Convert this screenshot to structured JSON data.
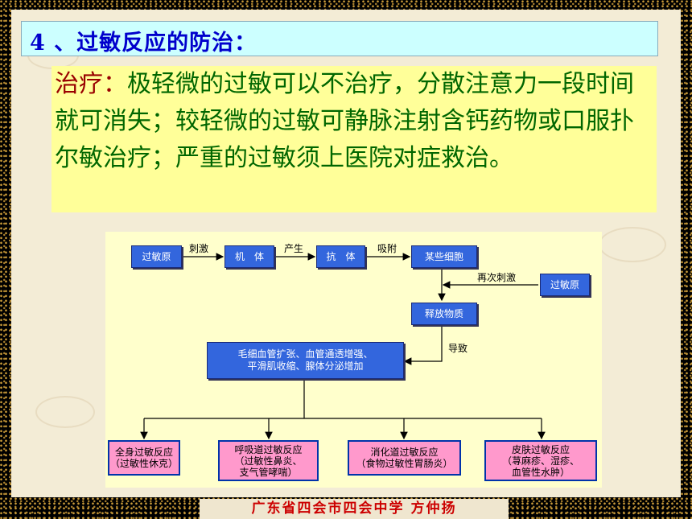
{
  "heading": "4 、过敏反应的防治：",
  "treatment": {
    "lead": "治疗：",
    "text": "极轻微的过敏可以不治疗，分散注意力一段时间就可消失；较轻微的过敏可静脉注射含钙药物或口服扑尔敏治疗；严重的过敏须上医院对症救治。"
  },
  "diagram": {
    "nodes": {
      "allergen1": "过敏原",
      "body": "机　体",
      "antibody": "抗　体",
      "cells": "某些细胞",
      "allergen2": "过敏原",
      "release": "释放物质",
      "effects": "毛细血管扩张、血管通透增强、\n平滑肌收缩、腺体分泌增加",
      "r1": "全身过敏反应\n（过敏性休克）",
      "r2": "呼吸道过敏反应\n（过敏性鼻炎、\n支气管哮喘）",
      "r3": "消化道过敏反应\n（食物过敏性胃肠炎）",
      "r4": "皮肤过敏反应\n（荨麻疹、湿疹、\n血管性水肿）"
    },
    "labels": {
      "stimulate": "刺激",
      "produce": "产生",
      "adsorb": "吸附",
      "restimulate": "再次刺激",
      "cause": "导致"
    }
  },
  "footer": "广东省四会市四会中学 方仲扬"
}
